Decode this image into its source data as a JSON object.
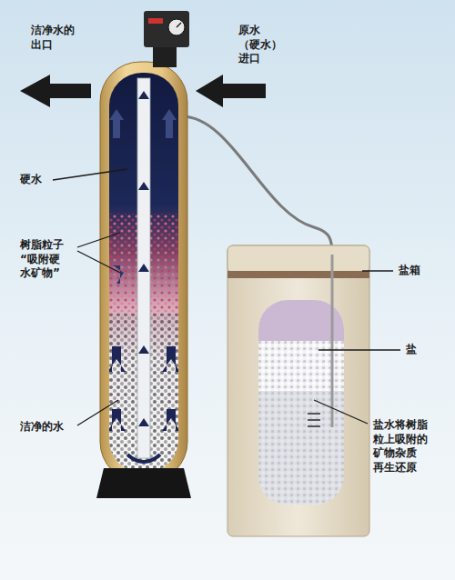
{
  "diagram": {
    "labels": [
      "洁净水的 出口",
      "原水（硬水） 进口",
      "硬水",
      "树脂粒子 “吸附硬 水矿物”",
      "洁净的水",
      "盐箱",
      "盐",
      "盐水将树脂 粒上吸附的 矿物杂质 再生还原"
    ]
  }
}
